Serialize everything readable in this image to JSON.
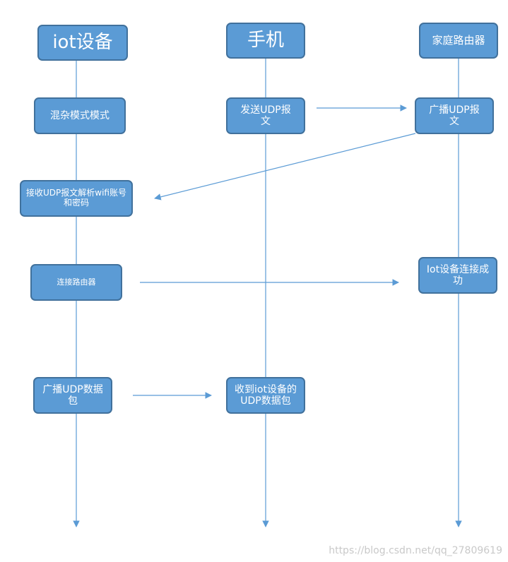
{
  "headers": {
    "iot": "iot设备",
    "phone": "手机",
    "router": "家庭路由器"
  },
  "steps": {
    "promiscuous": "混杂模式模式",
    "phone_send": "发送UDP报文",
    "router_broadcast": "广播UDP报文",
    "iot_receive": "接收UDP报文解析wifi账号和密码",
    "iot_connect": "连接路由器",
    "router_success": "Iot设备连接成功",
    "iot_broadcast": "广播UDP数据包",
    "phone_receive": "收到iot设备的UDP数据包"
  },
  "watermark": "https://blog.csdn.net/qq_27809619",
  "colors": {
    "box_fill": "#5b9bd5",
    "box_border": "#41719c",
    "line": "#5b9bd5",
    "text": "#ffffff"
  }
}
